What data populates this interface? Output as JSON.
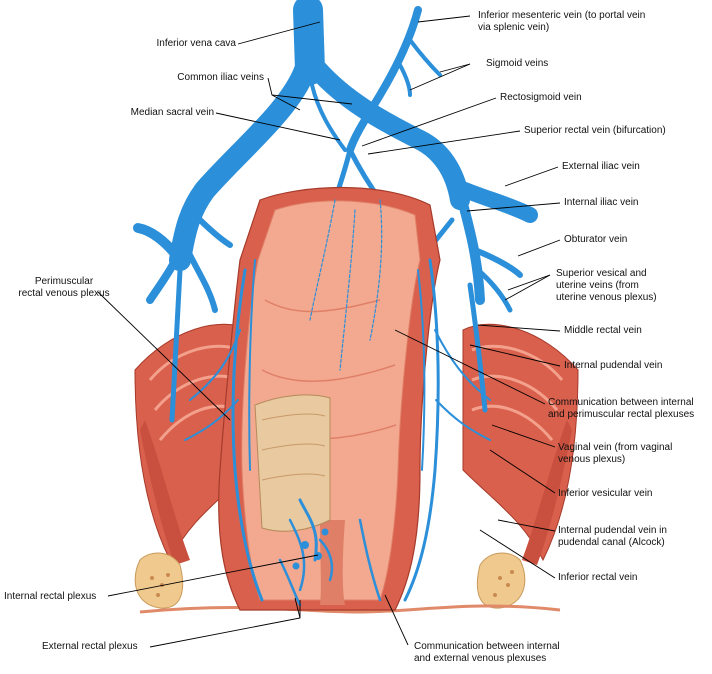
{
  "labels": {
    "inferior_mesenteric_vein": [
      "Inferior mesenteric vein (to portal vein",
      "via splenic vein)"
    ],
    "inferior_vena_cava": "Inferior vena cava",
    "sigmoid_veins": "Sigmoid veins",
    "common_iliac_veins": "Common iliac veins",
    "rectosigmoid_vein": "Rectosigmoid vein",
    "median_sacral_vein": "Median sacral vein",
    "superior_rectal_vein": "Superior rectal vein (bifurcation)",
    "external_iliac_vein": "External iliac vein",
    "internal_iliac_vein": "Internal iliac vein",
    "obturator_vein": "Obturator vein",
    "superior_vesical_uterine": [
      "Superior vesical and",
      "uterine veins (from",
      "uterine venous plexus)"
    ],
    "perimuscular_plexus": [
      "Perimuscular",
      "rectal venous plexus"
    ],
    "middle_rectal_vein": "Middle rectal vein",
    "internal_pudendal_vein": "Internal pudendal vein",
    "communication_internal_perimuscular": [
      "Communication between internal",
      "and perimuscular rectal plexuses"
    ],
    "vaginal_vein": [
      "Vaginal vein (from vaginal",
      "venous plexus)"
    ],
    "inferior_vesicular_vein": "Inferior vesicular vein",
    "internal_pudendal_canal": [
      "Internal pudendal vein in",
      "pudendal canal (Alcock)"
    ],
    "inferior_rectal_vein": "Inferior rectal vein",
    "internal_rectal_plexus": "Internal rectal plexus",
    "external_rectal_plexus": "External rectal plexus",
    "communication_internal_external": [
      "Communication between internal",
      "and external venous plexuses"
    ]
  },
  "colors": {
    "vein": "#2b8fd9",
    "vein_dark": "#1d6fb5",
    "muscle": "#d9604c",
    "muscle_light": "#ef9a84",
    "mucosa": "#f2a98f",
    "mucosa_dark": "#e07f68",
    "bone": "#f0c98f",
    "skin": "#e9b690",
    "leader": "#000000"
  }
}
